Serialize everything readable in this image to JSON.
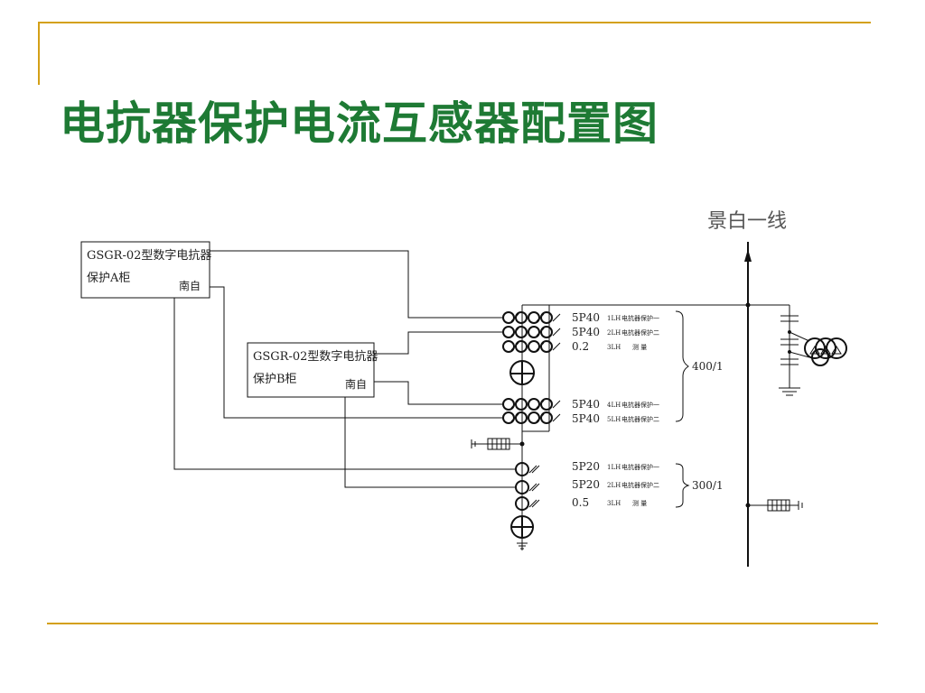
{
  "slide": {
    "title": "电抗器保护电流互感器配置图",
    "accent_color": "#d4a017",
    "title_color": "#1e7a34"
  },
  "diagram": {
    "line_label": "景白一线",
    "cabinet_a": {
      "line1": "GSGR-02型数字电抗器",
      "line2": "保护A柜",
      "terminal": "南自"
    },
    "cabinet_b": {
      "line1": "GSGR-02型数字电抗器",
      "line2": "保护B柜",
      "terminal": "南自"
    },
    "ct_group_upper": {
      "ratio": "400/1",
      "rows": [
        {
          "class": "5P40",
          "tag": "1LH",
          "use": "电抗器保护一"
        },
        {
          "class": "5P40",
          "tag": "2LH",
          "use": "电抗器保护二"
        },
        {
          "class": "0.2",
          "tag": "3LH",
          "use": "测 量"
        },
        {
          "class": "5P40",
          "tag": "4LH",
          "use": "电抗器保护一"
        },
        {
          "class": "5P40",
          "tag": "5LH",
          "use": "电抗器保护二"
        }
      ]
    },
    "ct_group_lower": {
      "ratio": "300/1",
      "rows": [
        {
          "class": "5P20",
          "tag": "1LH",
          "use": "电抗器保护一"
        },
        {
          "class": "5P20",
          "tag": "2LH",
          "use": "电抗器保护二"
        },
        {
          "class": "0.5",
          "tag": "3LH",
          "use": "测 量"
        }
      ]
    }
  }
}
